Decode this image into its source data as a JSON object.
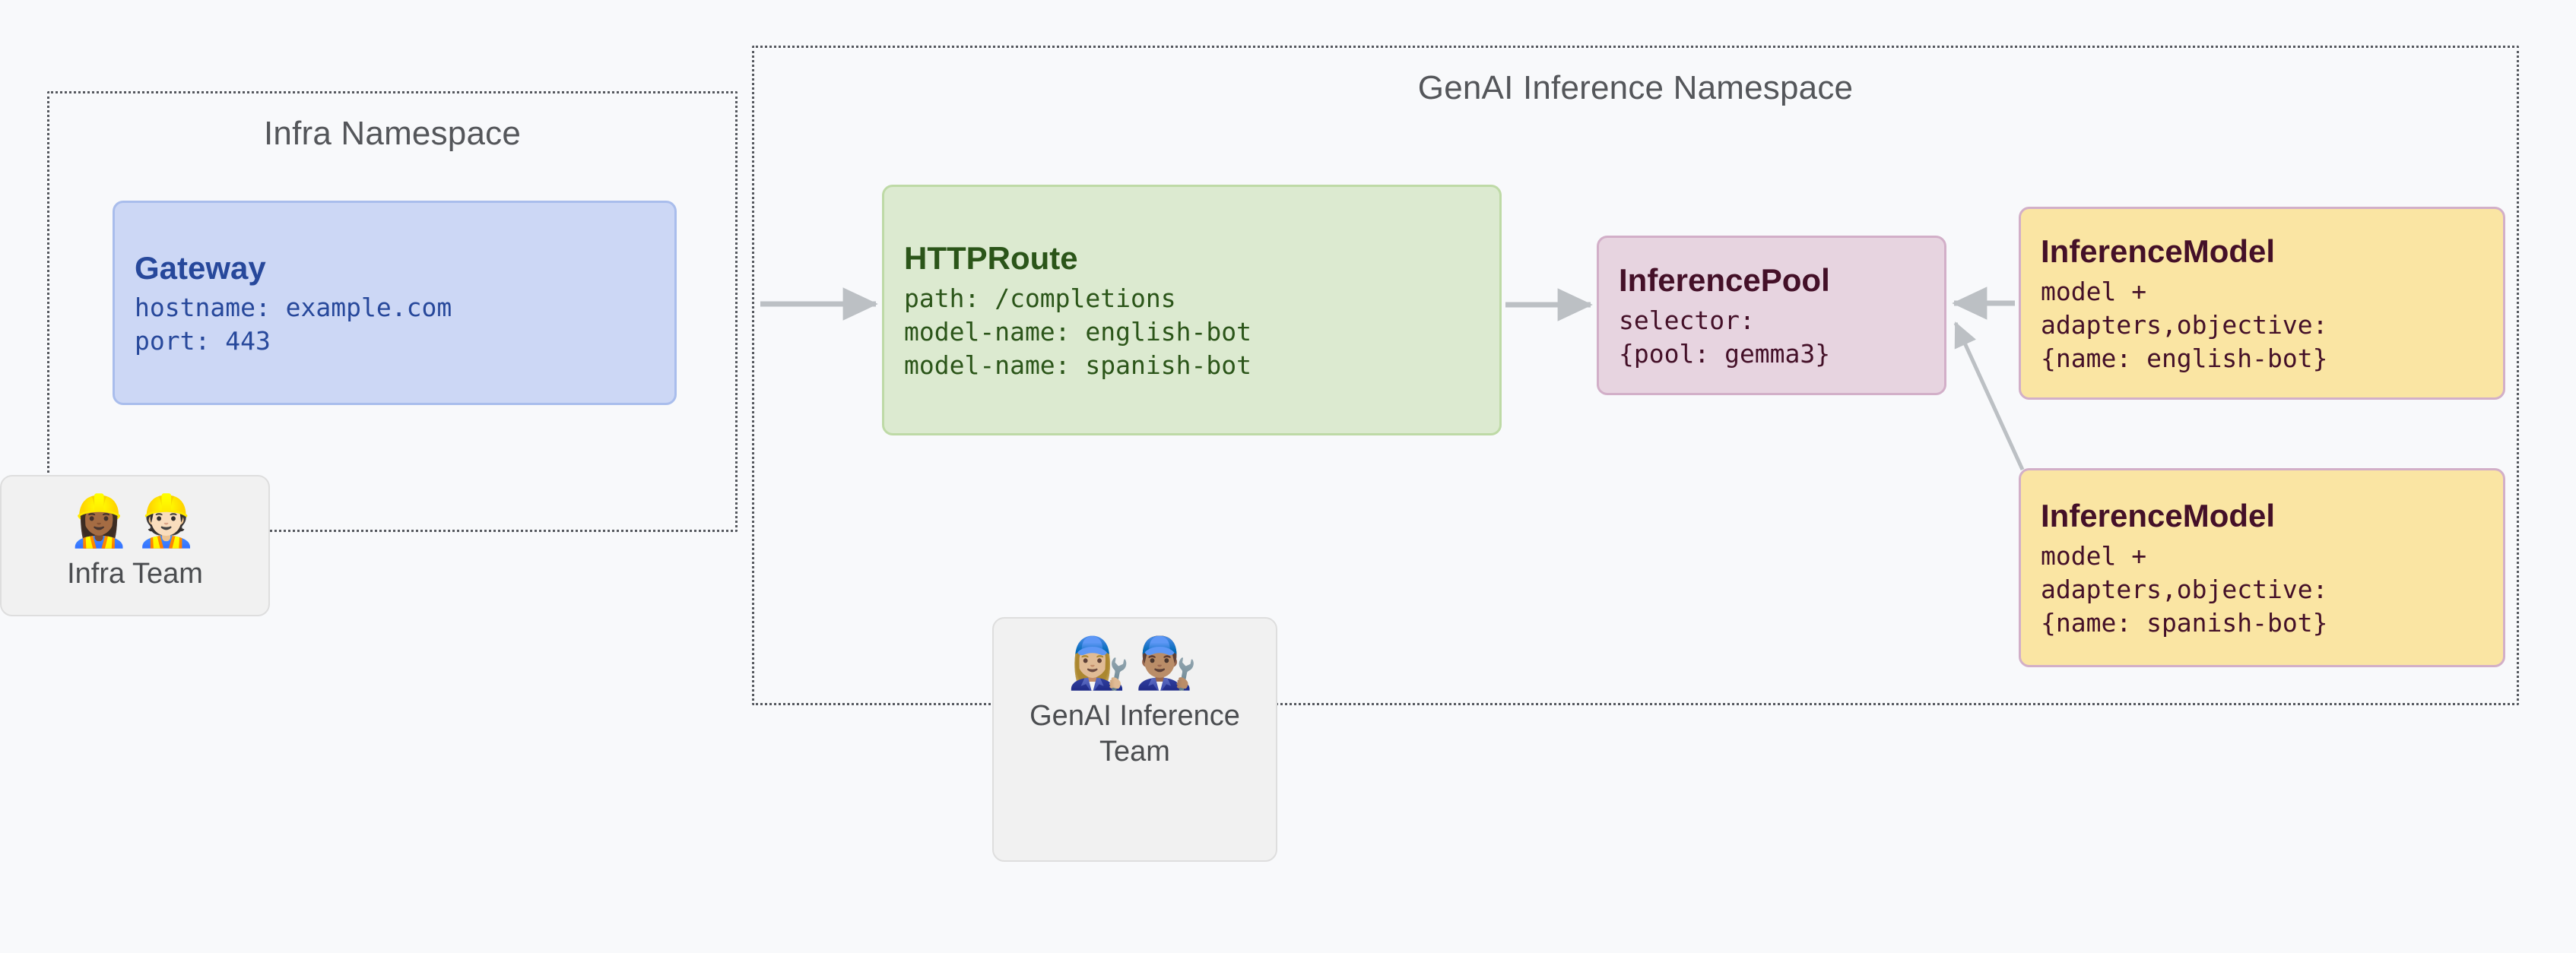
{
  "namespaces": [
    {
      "id": "infra",
      "title": "Infra Namespace"
    },
    {
      "id": "genai",
      "title": "GenAI Inference Namespace"
    }
  ],
  "resources": {
    "gateway": {
      "title": "Gateway",
      "lines": [
        "hostname: example.com",
        "port: 443"
      ],
      "color": "#ccd7f5",
      "border": "#a9bdec",
      "text": "#27489b"
    },
    "httproute": {
      "title": "HTTPRoute",
      "lines": [
        "path: /completions",
        "model-name: english-bot",
        "model-name: spanish-bot"
      ],
      "color": "#dcead0",
      "border": "#bedaa6",
      "text": "#2b5519"
    },
    "inferencepool": {
      "title": "InferencePool",
      "lines": [
        "selector:",
        "{pool: gemma3}"
      ],
      "color": "#e7d4e0",
      "border": "#d2afc8",
      "text": "#441028"
    },
    "inferencemodel_english": {
      "title": "InferenceModel",
      "lines": [
        "model +",
        "adapters,objective:",
        "{name: english-bot}"
      ],
      "color": "#fae5a3",
      "border": "#d2afc8",
      "text": "#441028"
    },
    "inferencemodel_spanish": {
      "title": "InferenceModel",
      "lines": [
        "model +",
        "adapters,objective:",
        "{name: spanish-bot}"
      ],
      "color": "#fae5a3",
      "border": "#d2afc8",
      "text": "#441028"
    }
  },
  "teams": [
    {
      "id": "infra-team",
      "label": "Infra Team",
      "emojis": "👷🏾‍♀️👷🏻",
      "icon_names": [
        "construction-worker-woman-icon",
        "construction-worker-man-icon"
      ]
    },
    {
      "id": "genai-team",
      "label": "GenAI Inference Team",
      "emojis": "👩🏼‍🔧👨🏽‍🔧",
      "icon_names": [
        "mechanic-woman-icon",
        "mechanic-man-icon"
      ]
    }
  ],
  "connectors": [
    {
      "name": "gateway-to-httproute",
      "from": "gateway",
      "to": "httproute",
      "style": "arrow"
    },
    {
      "name": "httproute-to-inferencepool",
      "from": "httproute",
      "to": "inferencepool",
      "style": "arrow"
    },
    {
      "name": "inferencemodel-english-to-inferencepool",
      "from": "inferencemodel_english",
      "to": "inferencepool",
      "style": "arrow"
    },
    {
      "name": "inferencemodel-spanish-to-inferencepool",
      "from": "inferencemodel_spanish",
      "to": "inferencepool",
      "style": "arrow"
    }
  ],
  "theme": {
    "background": "#f8f9fb",
    "namespace_border": "#55585e",
    "connector": "#bcc0c4",
    "badge_background": "#f1f1f1",
    "badge_border": "#dedede",
    "namespace_title_color": "#54565a"
  }
}
